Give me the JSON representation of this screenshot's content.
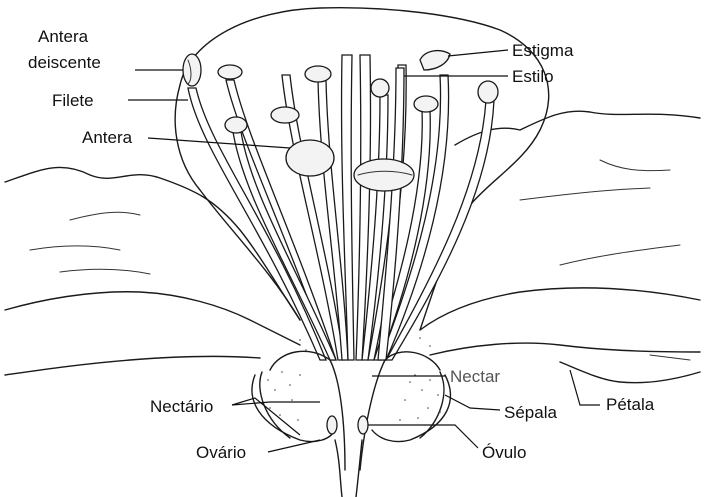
{
  "labels": {
    "antera_deiscente_line1": "Antera",
    "antera_deiscente_line2": "deiscente",
    "filete": "Filete",
    "antera": "Antera",
    "estigma": "Estigma",
    "estilo": "Estilo",
    "nectar": "Nectar",
    "nectario": "Nectário",
    "sepala": "Sépala",
    "petala": "Pétala",
    "ovario": "Ovário",
    "ovulo": "Óvulo"
  },
  "colors": {
    "ink": "#1a1a1a",
    "background": "#ffffff",
    "nectar_label": "#555555"
  }
}
